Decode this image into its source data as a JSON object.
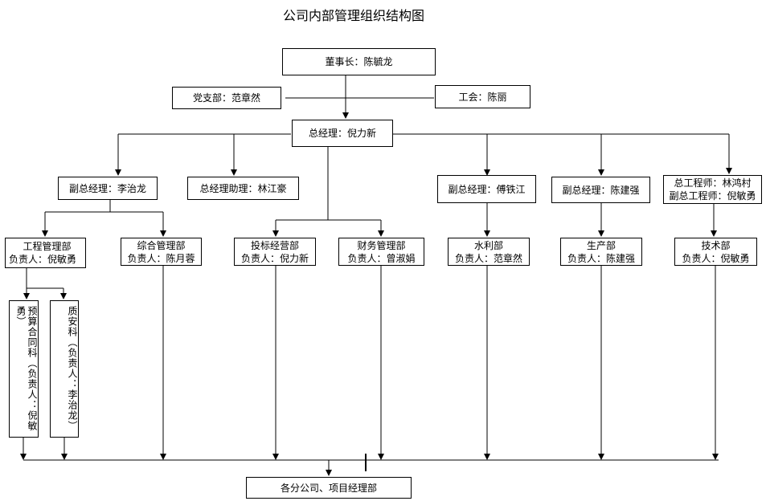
{
  "title": "公司内部管理组织结构图",
  "chairman": "董事长：陈毓龙",
  "party": "党支部：范章然",
  "union": "工会：陈丽",
  "gm": "总经理：倪力新",
  "vgm1": "副总经理：李治龙",
  "gm_assistant": "总经理助理：林江豪",
  "vgm2": "副总经理：傅铁江",
  "vgm3": "副总经理：陈建强",
  "chief_engineer": {
    "line1": "总工程师：林鸿村",
    "line2": "副总工程师：倪敏勇"
  },
  "departments": {
    "engineering": {
      "name": "工程管理部",
      "head": "负责人：倪敏勇"
    },
    "general": {
      "name": "综合管理部",
      "head": "负责人：陈月蓉"
    },
    "bidding": {
      "name": "投标经营部",
      "head": "负责人：倪力新"
    },
    "finance": {
      "name": "财务管理部",
      "head": "负责人：曾淑娟"
    },
    "water": {
      "name": "水利部",
      "head": "负责人：范章然"
    },
    "production": {
      "name": "生产部",
      "head": "负责人：陈建强"
    },
    "technical": {
      "name": "技术部",
      "head": "负责人：倪敏勇"
    }
  },
  "budget_section": "预算合同科（负责人：倪敏勇）",
  "quality_section": "质安科（负责人：李治龙）",
  "branches": "各分公司、项目经理部"
}
